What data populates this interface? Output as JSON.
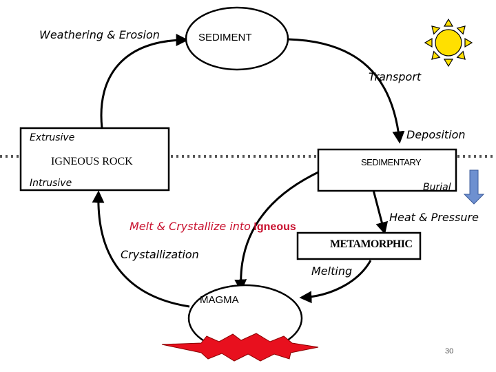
{
  "nodes": {
    "sediment": "SEDIMENT",
    "igneous_rock": "IGNEOUS ROCK",
    "sedimentary": "SEDIMENTARY",
    "metamorphic": "METAMORPHIC",
    "magma": "MAGMA"
  },
  "processes": {
    "weathering": "Weathering & Erosion",
    "transport": "Transport",
    "deposition": "Deposition",
    "burial": "Burial",
    "heat_pressure": "Heat & Pressure",
    "melting": "Melting",
    "crystallization": "Crystallization",
    "extrusive": "Extrusive",
    "intrusive": "Intrusive",
    "melt_crystallize": "Melt & Crystallize into",
    "igneous_word": "Igneous"
  },
  "page_number": "30",
  "colors": {
    "sun": "#FFE000",
    "sun_ray": "#FFE000",
    "fire": "#E8101E",
    "burial_arrow": "#6E90D0",
    "red_text": "#C8102E"
  },
  "icons": [
    "sun-icon",
    "fire-starburst-icon",
    "down-arrow-icon"
  ]
}
